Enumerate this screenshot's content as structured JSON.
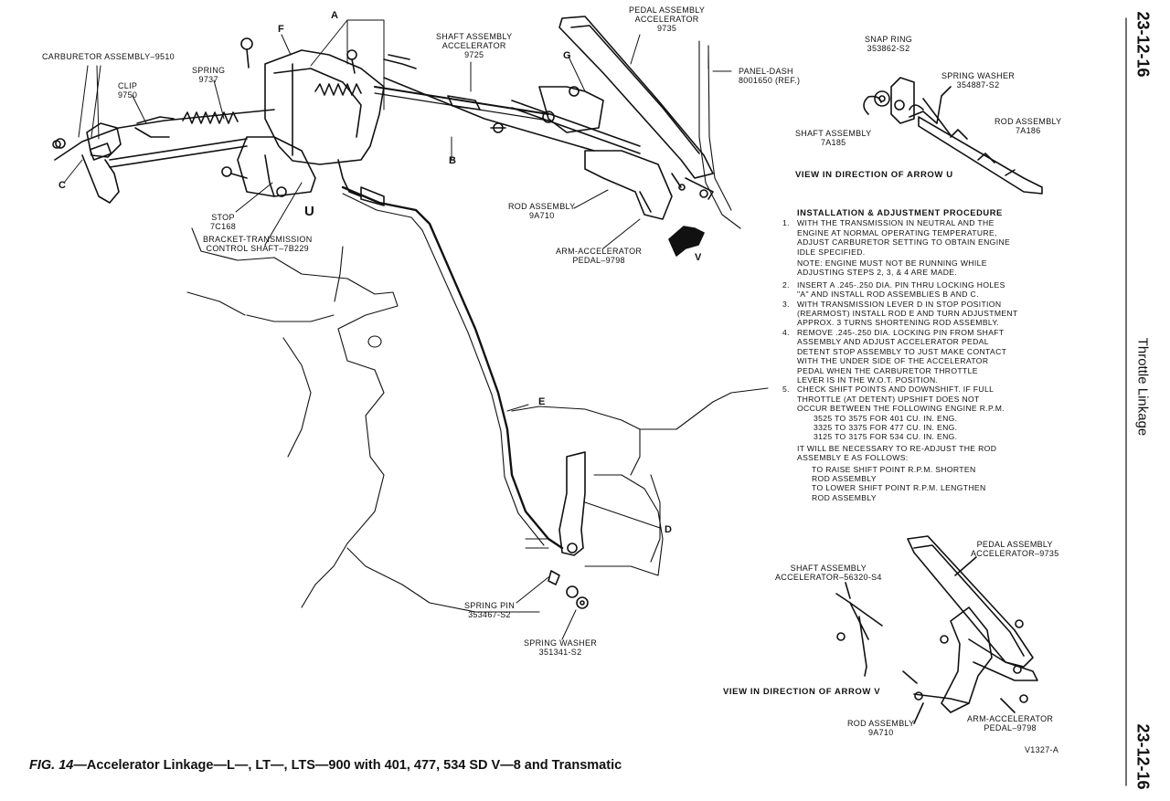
{
  "page_number": "23-12-16",
  "section_title": "Throttle Linkage",
  "caption": {
    "fig": "FIG. 14",
    "text": "—Accelerator Linkage—L—, LT—, LTS—900 with 401, 477, 534 SD V—8 and Transmatic"
  },
  "figure_code": "V1327-A",
  "labels": {
    "carburetor": "CARBURETOR ASSEMBLY–9510",
    "spring": "SPRING\n9737",
    "clip": "CLIP\n9750",
    "shaft_assembly_accel": "SHAFT ASSEMBLY\nACCELERATOR\n9725",
    "pedal_assembly_accel": "PEDAL ASSEMBLY\nACCELERATOR\n9735",
    "panel_dash": "PANEL-DASH\n8001650 (REF.)",
    "stop": "STOP\n7C168",
    "bracket": "BRACKET-TRANSMISSION\nCONTROL SHAFT–7B229",
    "rod_assembly_main": "ROD ASSEMBLY\n9A710",
    "arm_accel_main": "ARM-ACCELERATOR\nPEDAL–9798",
    "spring_pin": "SPRING PIN\n353467-S2",
    "spring_washer_main": "SPRING WASHER\n351341-S2",
    "snap_ring": "SNAP RING\n353862-S2",
    "spring_washer_u": "SPRING WASHER\n354887-S2",
    "shaft_assembly_u": "SHAFT ASSEMBLY\n7A185",
    "rod_assembly_u": "ROD ASSEMBLY\n7A186",
    "pedal_assembly_v": "PEDAL ASSEMBLY\nACCELERATOR–9735",
    "shaft_assembly_v": "SHAFT ASSEMBLY\nACCELERATOR–56320-S4",
    "rod_assembly_v": "ROD ASSEMBLY\n9A710",
    "arm_accel_v": "ARM-ACCELERATOR\nPEDAL–9798"
  },
  "letters": {
    "a": "A",
    "b": "B",
    "c": "C",
    "d": "D",
    "e": "E",
    "f": "F",
    "g": "G",
    "u": "U",
    "v": "V"
  },
  "views": {
    "arrow_u": "VIEW IN DIRECTION OF ARROW U",
    "arrow_v": "VIEW IN DIRECTION OF ARROW V"
  },
  "procedure": {
    "heading": "INSTALLATION & ADJUSTMENT PROCEDURE",
    "step1_num": "1.",
    "step1": "WITH THE TRANSMISSION IN NEUTRAL AND THE\nENGINE AT NORMAL OPERATING TEMPERATURE,\nADJUST CARBURETOR SETTING TO OBTAIN ENGINE\nIDLE SPECIFIED.",
    "note": "NOTE: ENGINE MUST NOT BE RUNNING WHILE\nADJUSTING STEPS 2, 3, & 4 ARE MADE.",
    "step2_num": "2.",
    "step2": "INSERT A .245-.250 DIA. PIN THRU LOCKING HOLES\n\"A\" AND INSTALL ROD ASSEMBLIES B AND C.",
    "step3_num": "3.",
    "step3": "WITH TRANSMISSION LEVER D IN STOP POSITION\n(REARMOST) INSTALL ROD E AND TURN ADJUSTMENT\nAPPROX. 3 TURNS SHORTENING ROD ASSEMBLY.",
    "step4_num": "4.",
    "step4": "REMOVE .245-.250 DIA. LOCKING PIN FROM SHAFT\nASSEMBLY AND ADJUST ACCELERATOR PEDAL\nDETENT STOP ASSEMBLY TO JUST MAKE CONTACT\nWITH THE UNDER SIDE OF THE ACCELERATOR\nPEDAL WHEN THE CARBURETOR THROTTLE\nLEVER IS IN THE W.O.T. POSITION.",
    "step5_num": "5.",
    "step5": "CHECK SHIFT POINTS AND DOWNSHIFT. IF FULL\nTHROTTLE (AT DETENT) UPSHIFT DOES NOT\nOCCUR BETWEEN THE FOLLOWING ENGINE R.P.M.",
    "rpm": "3525 TO 3575 FOR 401 CU. IN. ENG.\n3325 TO 3375 FOR 477 CU. IN. ENG.\n3125 TO 3175 FOR 534 CU. IN. ENG.",
    "readjust": "IT WILL BE NECESSARY TO RE-ADJUST THE ROD\nASSEMBLY E AS FOLLOWS:",
    "raise": "TO RAISE SHIFT POINT R.P.M. SHORTEN\nROD ASSEMBLY\nTO LOWER SHIFT POINT R.P.M. LENGTHEN\nROD ASSEMBLY"
  }
}
